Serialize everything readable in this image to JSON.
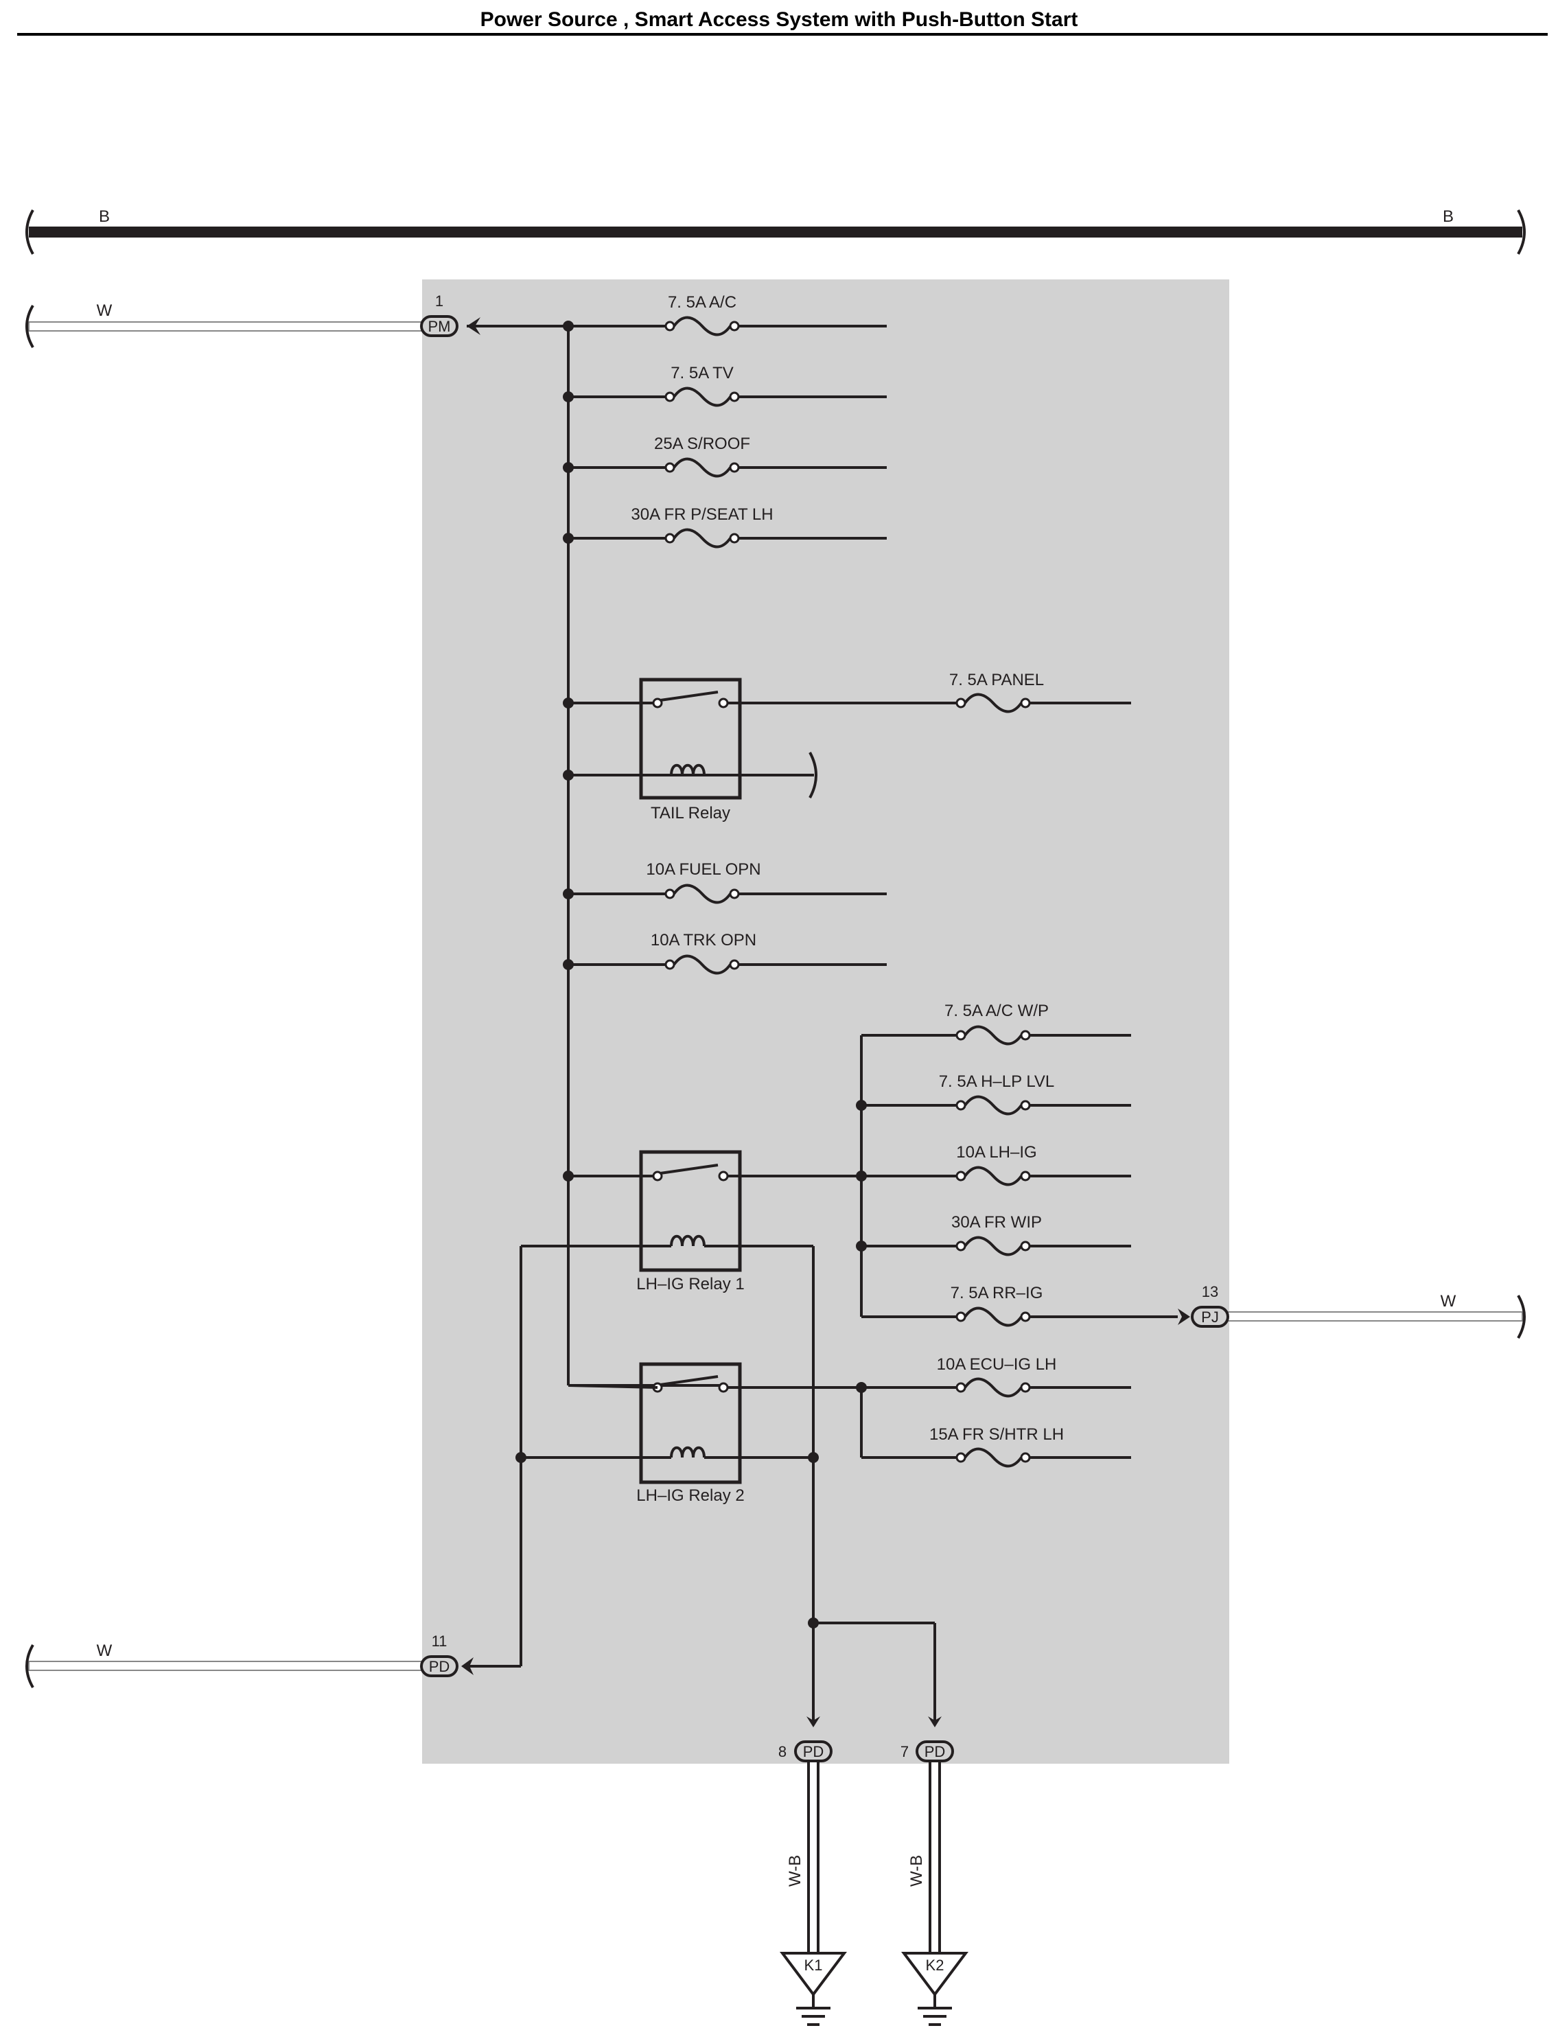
{
  "title": "Power Source , Smart Access System with Push-Button Start",
  "bus": {
    "left_label": "B",
    "right_label": "B"
  },
  "wires": {
    "pm_wire": "W",
    "pj_wire": "W",
    "pd11_wire": "W",
    "gnd1_wire": "W-B",
    "gnd2_wire": "W-B"
  },
  "connectors": {
    "pm": {
      "name": "PM",
      "pin": "1"
    },
    "pj": {
      "name": "PJ",
      "pin": "13"
    },
    "pd11": {
      "name": "PD",
      "pin": "11"
    },
    "pd8": {
      "name": "PD",
      "pin": "8"
    },
    "pd7": {
      "name": "PD",
      "pin": "7"
    }
  },
  "fuses": {
    "ac": "7. 5A A/C",
    "tv": "7. 5A TV",
    "sroof": "25A S/ROOF",
    "frpseat": "30A FR P/SEAT LH",
    "panel": "7. 5A PANEL",
    "fuelopn": "10A FUEL OPN",
    "trkopn": "10A TRK OPN",
    "acwp": "7. 5A A/C W/P",
    "hlplvl": "7. 5A H–LP LVL",
    "lhig": "10A LH–IG",
    "frwip": "30A FR WIP",
    "rrig": "7. 5A RR–IG",
    "ecuiglh": "10A ECU–IG LH",
    "frshtr": "15A FR S/HTR LH"
  },
  "relays": {
    "tail": "TAIL Relay",
    "lhig1": "LH–IG Relay 1",
    "lhig2": "LH–IG Relay 2"
  },
  "grounds": {
    "g1": "K1",
    "g2": "K2"
  }
}
